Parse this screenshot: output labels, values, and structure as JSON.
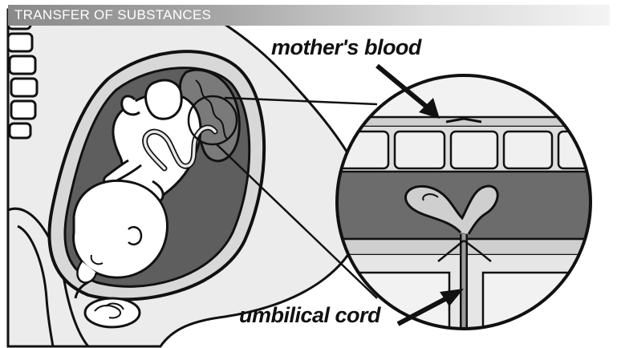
{
  "title": "TRANSFER OF SUBSTANCES",
  "labels": {
    "mothers_blood": "mother's blood",
    "umbilical_cord": "umbilical cord"
  },
  "colors": {
    "background": "#ffffff",
    "body": "#ececec",
    "uterus_wall": "#d8d8d8",
    "amniotic_dark": "#5e5e5e",
    "placenta_band": "#6c6c6c",
    "tissue_light": "#cfcfcf",
    "outline": "#111111"
  },
  "icons": [
    "spine-vertebrae",
    "fetus",
    "placenta",
    "umbilical-cord",
    "magnifier-circle",
    "pointer-arrow"
  ]
}
